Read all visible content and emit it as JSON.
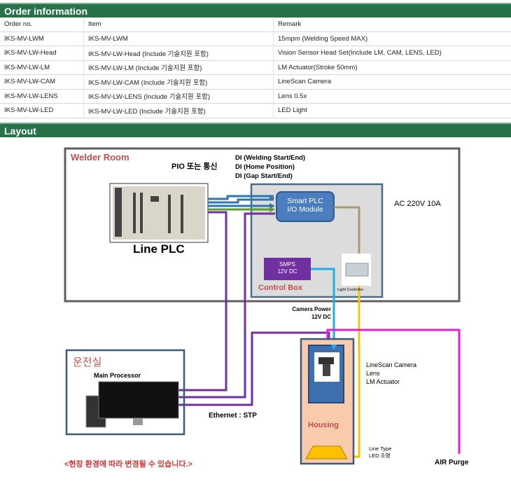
{
  "order": {
    "title": "Order information",
    "headers": [
      "Order no.",
      "Item",
      "Remark"
    ],
    "rows": [
      [
        "IKS-MV-LWM",
        "IKS-MV-LWM",
        "15mpm (Welding Speed MAX)"
      ],
      [
        "IKS-MV-LW-Head",
        "IKS-MV-LW-Head (Include 기술지원 포함)",
        "Vision Sensor Head Set(Include LM, CAM, LENS, LED)"
      ],
      [
        "IKS-MV-LW-LM",
        "IKS-MV-LW-LM (Include 기술지원 포함)",
        "LM Actuator(Stroke 50mm)"
      ],
      [
        "IKS-MV-LW-CAM",
        "IKS-MV-LW-CAM (Include 기술지원 포함)",
        "LineScan Camera"
      ],
      [
        "IKS-MV-LW-LENS",
        "IKS-MV-LW-LENS (Include 기술지원 포함)",
        "Lens 0.5x"
      ],
      [
        "IKS-MV-LW-LED",
        "IKS-MV-LW-LED (Include 기술지원 포함)",
        "LED Light"
      ]
    ]
  },
  "layout": {
    "title": "Layout",
    "welder_room": "Welder Room",
    "pio": "PIO 또는 통신",
    "di": [
      "DI (Welding Start/End)",
      "DI (Home Position)",
      "DI (Gap Start/End)"
    ],
    "line_plc": "Line PLC",
    "smart_plc": [
      "Smart PLC",
      "I/O Module"
    ],
    "ac": "AC 220V 10A",
    "smps": [
      "SMPS",
      "12V DC"
    ],
    "control_box": "Control Box",
    "light_controller": "Light Controller",
    "camera_power": [
      "Camera Power",
      "12V DC"
    ],
    "control_room": "운전실",
    "main_processor": "Main Processor",
    "ethernet": "Ethernet : STP",
    "housing": "Housing",
    "head_items": [
      "LineScan Camera",
      "Lens",
      "LM Actuator"
    ],
    "led": [
      "Line Type",
      "LED 조명"
    ],
    "air": "AIR Purge",
    "note": "<현장 환경에 따라 변경될 수 있습니다.>",
    "colors": {
      "header": "#26734a",
      "signal": "#2e75b6",
      "purple": "#7030a0",
      "magenta": "#e020d0",
      "yellow": "#ffc000",
      "cyan": "#1fb0e0"
    }
  }
}
